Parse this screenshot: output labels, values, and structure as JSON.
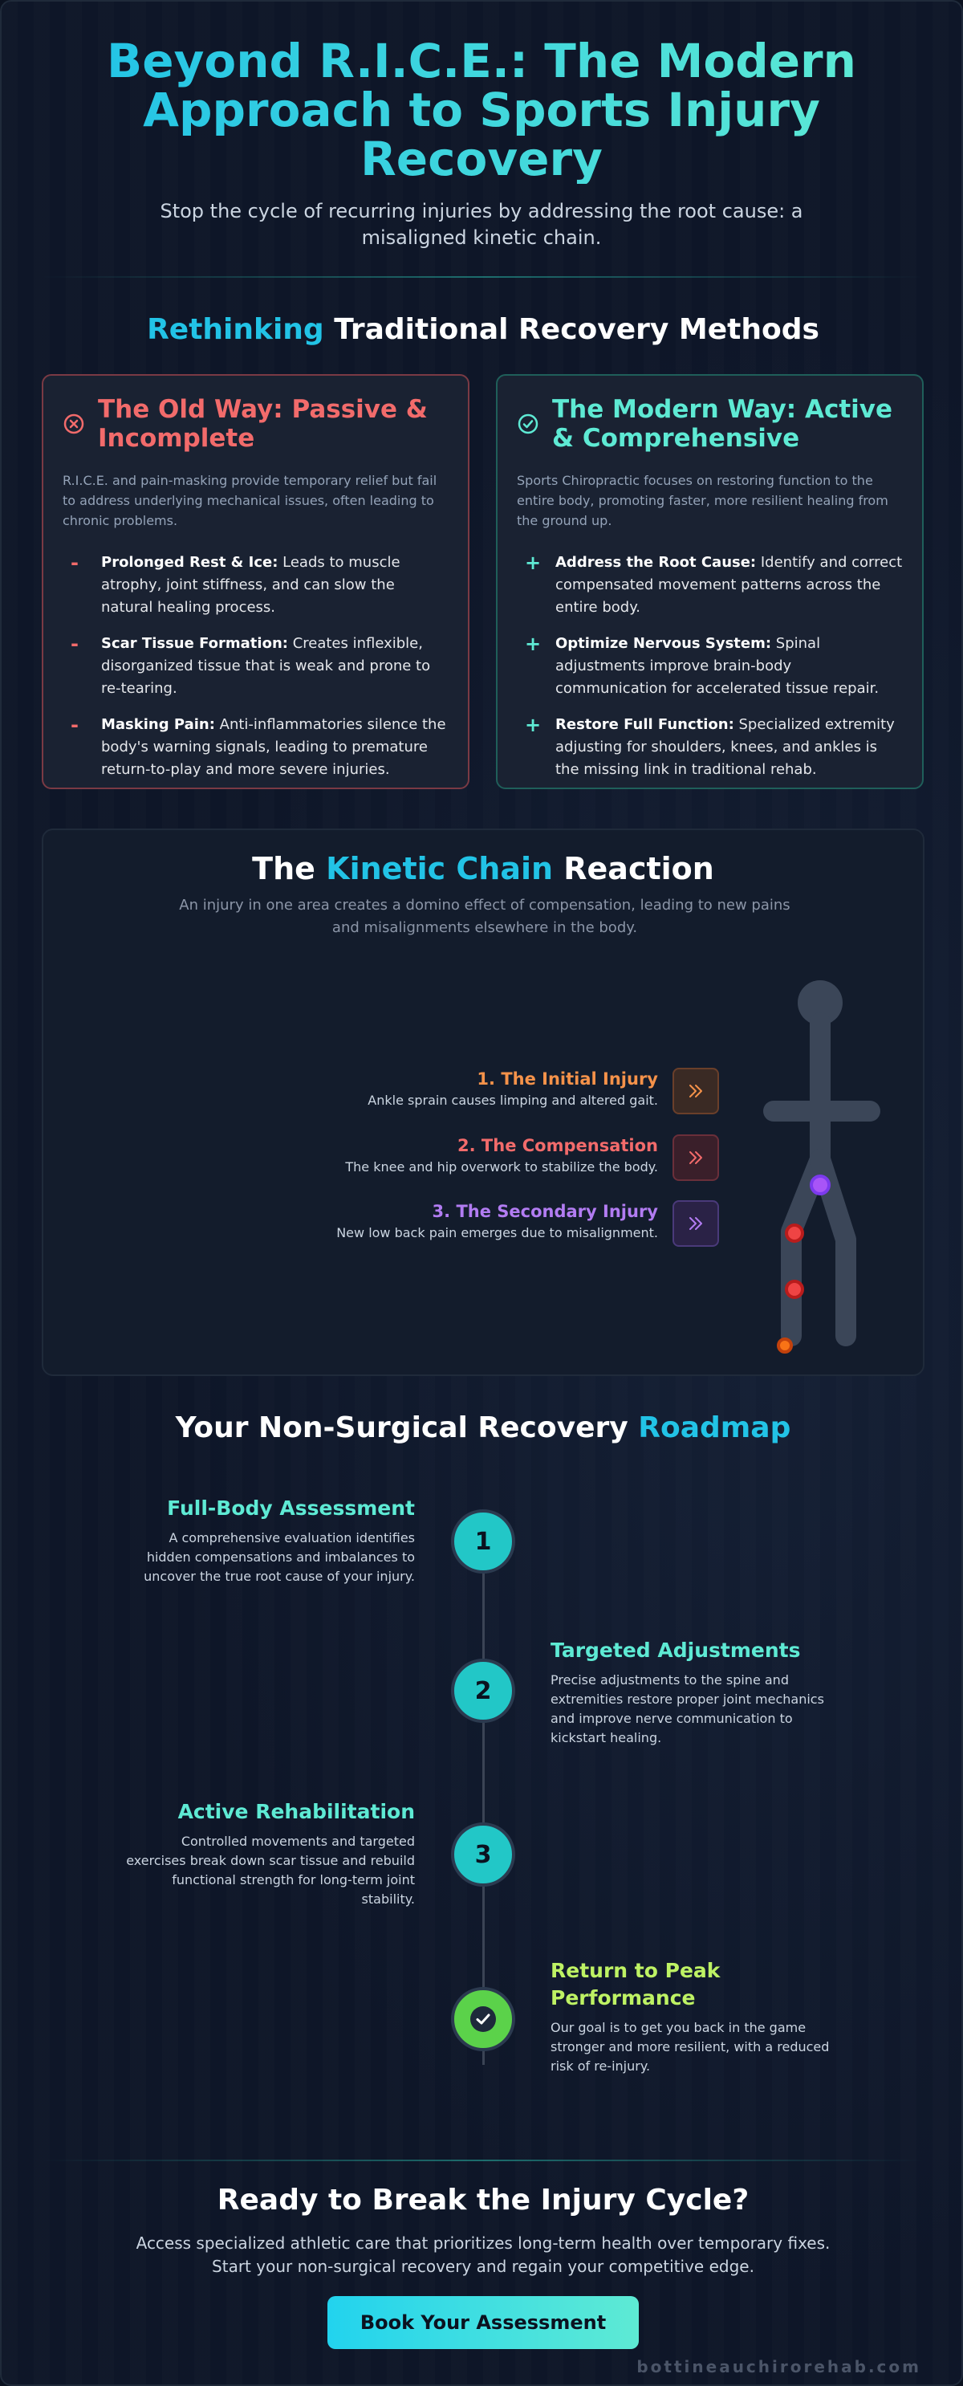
{
  "hero": {
    "title": "Beyond R.I.C.E.: The Modern Approach to Sports Injury Recovery",
    "subtitle": "Stop the cycle of recurring injuries by addressing the root cause: a misaligned kinetic chain."
  },
  "comparison": {
    "title_highlight": "Rethinking",
    "title_rest": " Traditional Recovery Methods",
    "old": {
      "icon": "x-circle-icon",
      "title": "The Old Way: Passive & Incomplete",
      "intro": "R.I.C.E. and pain-masking provide temporary relief but fail to address underlying mechanical issues, often leading to chronic problems.",
      "mark": "-",
      "items": [
        {
          "bold": "Prolonged Rest & Ice:",
          "text": " Leads to muscle atrophy, joint stiffness, and can slow the natural healing process."
        },
        {
          "bold": "Scar Tissue Formation:",
          "text": " Creates inflexible, disorganized tissue that is weak and prone to re-tearing."
        },
        {
          "bold": "Masking Pain:",
          "text": " Anti-inflammatories silence the body's warning signals, leading to premature return-to-play and more severe injuries."
        }
      ]
    },
    "new": {
      "icon": "check-circle-icon",
      "title": "The Modern Way: Active & Comprehensive",
      "intro": "Sports Chiropractic focuses on restoring function to the entire body, promoting faster, more resilient healing from the ground up.",
      "mark": "+",
      "items": [
        {
          "bold": "Address the Root Cause:",
          "text": " Identify and correct compensated movement patterns across the entire body."
        },
        {
          "bold": "Optimize Nervous System:",
          "text": " Spinal adjustments improve brain-body communication for accelerated tissue repair."
        },
        {
          "bold": "Restore Full Function:",
          "text": " Specialized extremity adjusting for shoulders, knees, and ankles is the missing link in traditional rehab."
        }
      ]
    }
  },
  "kinetic": {
    "title_a": "The ",
    "title_highlight": "Kinetic Chain",
    "title_b": " Reaction",
    "subtitle": "An injury in one area creates a domino effect of compensation, leading to new pains and misalignments elsewhere in the body.",
    "steps": [
      {
        "title": "1. The Initial Injury",
        "desc": "Ankle sprain causes limping and altered gait.",
        "color": "#f5924a",
        "chip_bg": "#3a2a24",
        "chip_border": "#6a3f2a"
      },
      {
        "title": "2. The Compensation",
        "desc": "The knee and hip overwork to stabilize the body.",
        "color": "#f26b6b",
        "chip_bg": "#3a1f2a",
        "chip_border": "#6a2f3a"
      },
      {
        "title": "3. The Secondary Injury",
        "desc": "New low back pain emerges due to misalignment.",
        "color": "#b27cf2",
        "chip_bg": "#2a2246",
        "chip_border": "#4a3a7a"
      }
    ],
    "icons": [
      "body-figure-icon",
      "chevrons-right-icon"
    ]
  },
  "roadmap": {
    "title_a": "Your Non-Surgical Recovery ",
    "title_highlight": "Roadmap",
    "steps": [
      {
        "num": "1",
        "title": "Full-Body Assessment",
        "desc": "A comprehensive evaluation identifies hidden compensations and imbalances to uncover the true root cause of your injury."
      },
      {
        "num": "2",
        "title": "Targeted Adjustments",
        "desc": "Precise adjustments to the spine and extremities restore proper joint mechanics and improve nerve communication to kickstart healing."
      },
      {
        "num": "3",
        "title": "Active Rehabilitation",
        "desc": "Controlled movements and targeted exercises break down scar tissue and rebuild functional strength for long-term joint stability."
      },
      {
        "icon": "check-icon",
        "title": "Return to Peak Performance",
        "desc": "Our goal is to get you back in the game stronger and more resilient, with a reduced risk of re-injury."
      }
    ]
  },
  "cta": {
    "title": "Ready to Break the Injury Cycle?",
    "text": "Access specialized athletic care that prioritizes long-term health over temporary fixes. Start your non-surgical recovery and regain your competitive edge.",
    "button": "Book Your Assessment",
    "domain": "bottineauchirorehab.com"
  }
}
